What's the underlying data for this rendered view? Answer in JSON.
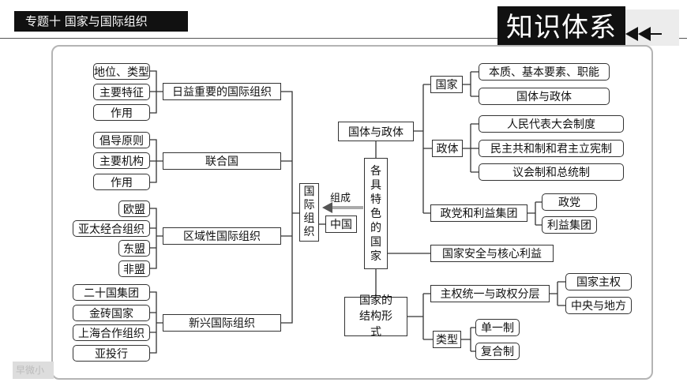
{
  "header": {
    "chapter_title": "专题十  国家与国际组织",
    "section_title": "知识体系",
    "watermark": "早微小"
  },
  "diagram": {
    "left": {
      "group1": {
        "title": "日益重要的国际组织",
        "items": [
          "地位、类型",
          "主要特征",
          "作用"
        ]
      },
      "group2": {
        "title": "联合国",
        "items": [
          "倡导原则",
          "主要机构",
          "作用"
        ]
      },
      "group3": {
        "title": "区域性国际组织",
        "items": [
          "欧盟",
          "亚太经合组织",
          "东盟",
          "非盟"
        ]
      },
      "group4": {
        "title": "新兴国际组织",
        "items": [
          "二十国集团",
          "金砖国家",
          "上海合作组织",
          "亚投行"
        ]
      }
    },
    "center": {
      "intl_org": "国际组织",
      "compose_label": "组成",
      "china": "中国",
      "states": "各具特色的国家"
    },
    "right": {
      "polity": "国体与政体",
      "state": "国家",
      "state_items": [
        "本质、基本要素、职能",
        "国体与政体"
      ],
      "gov": "政体",
      "gov_items": [
        "人民代表大会制度",
        "民主共和制和君主立宪制",
        "议会制和总统制"
      ],
      "parties": "政党和利益集团",
      "parties_items": [
        "政党",
        "利益集团"
      ],
      "security": "国家安全与核心利益",
      "structure": "国家的结构形式",
      "sovereignty": "主权统一与政权分层",
      "sovereignty_items": [
        "国家主权",
        "中央与地方"
      ],
      "types": "类型",
      "types_items": [
        "单一制",
        "复合制"
      ]
    }
  },
  "colors": {
    "dark": "#111111",
    "line": "#333333",
    "frame": "#b4b4b4"
  }
}
